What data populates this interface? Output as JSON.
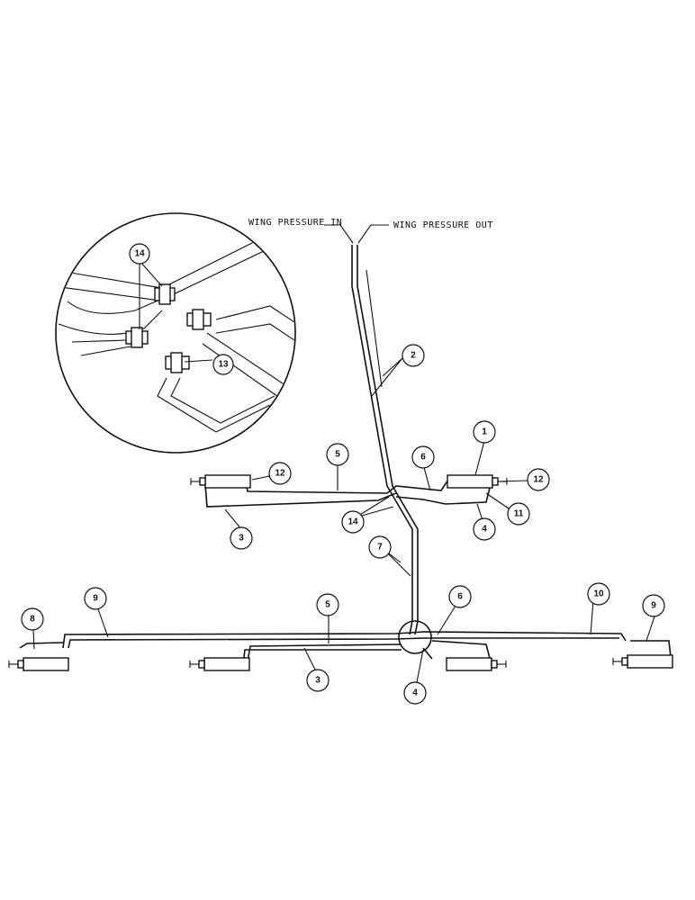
{
  "labels": {
    "pressure_in": "WING PRESSURE IN",
    "pressure_out": "WING PRESSURE OUT"
  },
  "callouts": {
    "detail_14": "14",
    "detail_13": "13",
    "c1": "1",
    "c2": "2",
    "c5_top": "5",
    "c6_top": "6",
    "c12_left": "12",
    "c12_right": "12",
    "c3_top": "3",
    "c14_main": "14",
    "c4_top": "4",
    "c11": "11",
    "c7": "7",
    "c8": "8",
    "c9_left": "9",
    "c5_bottom": "5",
    "c6_bottom": "6",
    "c10": "10",
    "c9_right": "9",
    "c3_bottom": "3",
    "c4_bottom": "4"
  }
}
